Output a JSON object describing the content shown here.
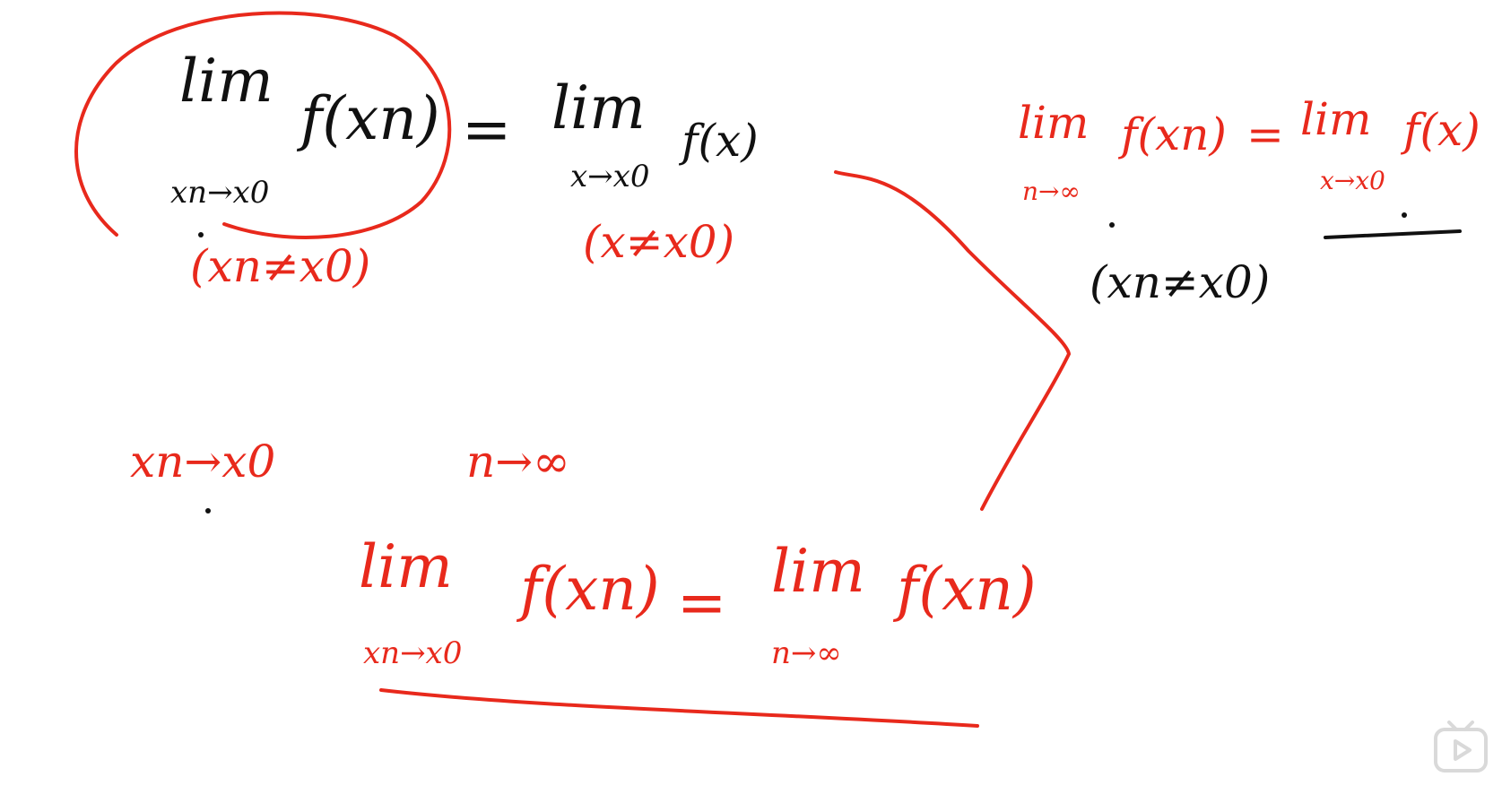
{
  "colors": {
    "background": "#ffffff",
    "ink_black": "#111111",
    "ink_red": "#e8291c"
  },
  "top_left": {
    "lim": "lim",
    "func": "f(xn)",
    "sub": "xn→x0",
    "equals": "=",
    "lim_right": "lim",
    "func_right": "f(x)",
    "sub_right": "x→x0",
    "cond_left": "(xn≠x0)",
    "cond_right": "(x≠x0)"
  },
  "middle": {
    "xn_to_x0": "xn→x0",
    "n_to_inf": "n→∞"
  },
  "bottom": {
    "lim_left": "lim",
    "func_left": "f(xn)",
    "sub_left": "xn→x0",
    "equals": "=",
    "lim_right": "lim",
    "func_right": "f(xn)",
    "sub_right": "n→∞"
  },
  "top_right": {
    "lim_left": "lim",
    "func_left": "f(xn)",
    "sub_left": "n→∞",
    "equals": "=",
    "lim_right": "lim",
    "func_right": "f(x)",
    "sub_right": "x→x0",
    "cond": "(xn≠x0)"
  },
  "watermark": {
    "icon": "bilibili-tv-icon"
  }
}
